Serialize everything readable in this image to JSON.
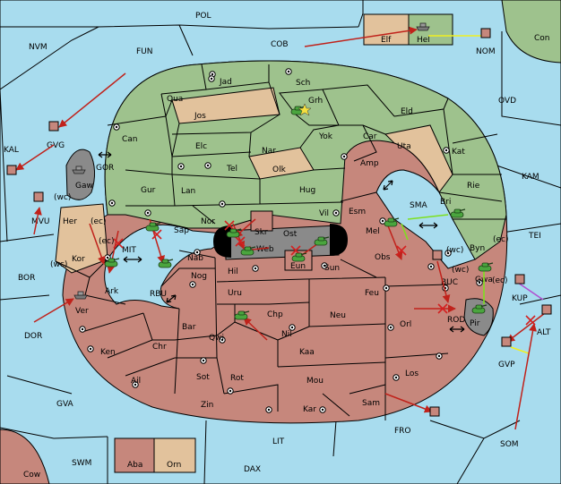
{
  "colors": {
    "sea": "#a8dcee",
    "green_power": "#9ec28d",
    "tan_power": "#e2c29c",
    "red_power": "#c6877c",
    "neutral": "#8a8a8a",
    "move_arrow": "#c0221b",
    "support_green": "#7ee01f",
    "support_yellow": "#f0f020",
    "support_purple": "#b050d0"
  },
  "units": {
    "army_icon": "army-icon",
    "fleet_icon": "fleet-icon",
    "supply_center_icon": "supply-center-icon",
    "dislodge_mark": "x-mark-icon"
  },
  "regions": {
    "POL": "POL",
    "NVM": "NVM",
    "FUN": "FUN",
    "COB": "COB",
    "Elf": "Elf",
    "Hel": "Hel",
    "NOM": "NOM",
    "Con": "Con",
    "OVD": "OVD",
    "KAL": "KAL",
    "GVG": "GVG",
    "GOR": "GOR",
    "Gaw": "Gaw",
    "MVU": "MVU",
    "Her": "Her",
    "MIT": "MIT",
    "Kor": "Kor",
    "BOR": "BOR",
    "Ark": "Ark",
    "RBU": "RBU",
    "Ver": "Ver",
    "DOR": "DOR",
    "Ken": "Ken",
    "Ail": "Ail",
    "Chr": "Chr",
    "Bar": "Bar",
    "Qwi": "Qwi",
    "Sot": "Sot",
    "Rot": "Rot",
    "Zin": "Zin",
    "GVA": "GVA",
    "SWM": "SWM",
    "Aba": "Aba",
    "Orn": "Orn",
    "Cow": "Cow",
    "LIT": "LIT",
    "DAX": "DAX",
    "Kar": "Kar",
    "Sam": "Sam",
    "FRO": "FRO",
    "SOM": "SOM",
    "Los": "Los",
    "Mou": "Mou",
    "Kaa": "Kaa",
    "Nil": "Nil",
    "Chp": "Chp",
    "Neu": "Neu",
    "Feu": "Feu",
    "Uru": "Uru",
    "Hil": "Hil",
    "Nog": "Nog",
    "Nab": "Nab",
    "Sun": "Sun",
    "Eun": "Eun",
    "Web": "Web",
    "Skr": "Skr",
    "Ost": "Ost",
    "Obs": "Obs",
    "Orl": "Orl",
    "ROD": "ROD",
    "Pir": "Pir",
    "BUC": "BUC",
    "Gwa": "Gwa",
    "KUP": "KUP",
    "ALT": "ALT",
    "GVP": "GVP",
    "Byn": "Byn",
    "TEI": "TEI",
    "KAM": "KAM",
    "Rie": "Rie",
    "Kat": "Kat",
    "Bri": "Bri",
    "SMA": "SMA",
    "Mel": "Mel",
    "Esm": "Esm",
    "Vil": "Vil",
    "Hug": "Hug",
    "Lan": "Lan",
    "Gur": "Gur",
    "Sap": "Sap",
    "Nor": "Nor",
    "Can": "Can",
    "Elc": "Elc",
    "Tel": "Tel",
    "Olk": "Olk",
    "Nar": "Nar",
    "Jos": "Jos",
    "Qua": "Qua",
    "Jad": "Jad",
    "Sch": "Sch",
    "Grh": "Grh",
    "Yok": "Yok",
    "Car": "Car",
    "Eld": "Eld",
    "Uta": "Uta",
    "Amp": "Amp"
  },
  "coast_labels": {
    "wc": "(wc)",
    "ec": "(ec)"
  }
}
